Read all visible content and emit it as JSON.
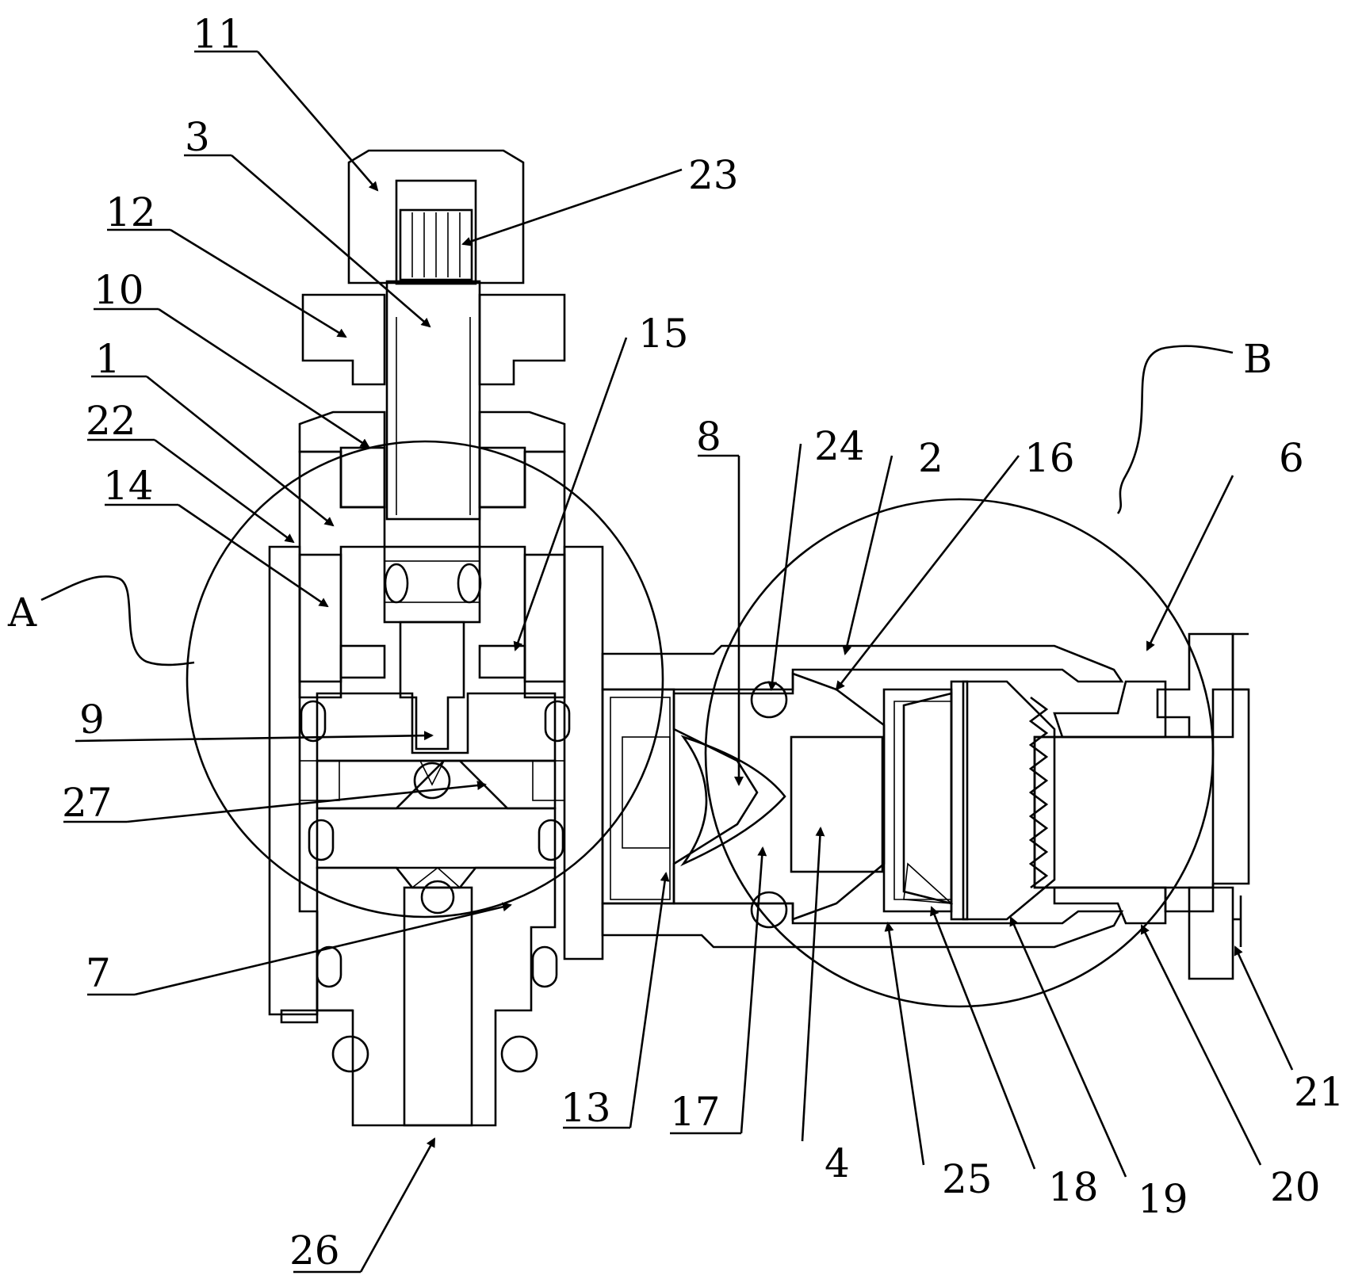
{
  "labels": {
    "l11": "11",
    "l3": "3",
    "l23": "23",
    "l12": "12",
    "l10": "10",
    "l15": "15",
    "lB": "B",
    "l1": "1",
    "l22": "22",
    "l14": "14",
    "l8": "8",
    "l24": "24",
    "l2": "2",
    "l16": "16",
    "l6": "6",
    "lA": "A",
    "l9": "9",
    "l27": "27",
    "l7": "7",
    "l13": "13",
    "l17": "17",
    "l4": "4",
    "l25": "25",
    "l18": "18",
    "l19": "19",
    "l20": "20",
    "l21": "21",
    "l26": "26"
  },
  "colors": {
    "ink": "#000000",
    "paper": "#ffffff"
  }
}
